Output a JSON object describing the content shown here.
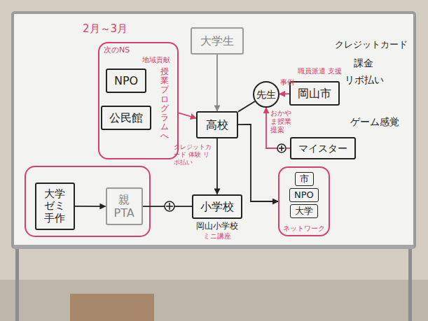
{
  "diagram": {
    "nodes": [
      {
        "text": [
          "次のNS"
        ]
      },
      {
        "text": [
          "NPO"
        ],
        "in": 0
      },
      {
        "text": [
          "公民館"
        ],
        "in": 0
      },
      {
        "text": [
          "大学生"
        ]
      },
      {
        "text": [
          "高校"
        ]
      },
      {
        "text": [
          "先生"
        ]
      },
      {
        "text": [
          "岡山市"
        ]
      },
      {
        "text": [
          "マイスター"
        ]
      },
      {
        "text": [
          "ネットワーク"
        ]
      },
      {
        "text": [
          "市"
        ],
        "in": 8
      },
      {
        "text": [
          "NPO"
        ],
        "in": 8
      },
      {
        "text": [
          "大学"
        ],
        "in": 8
      },
      {
        "text": [
          "大学 ゼミ 手作"
        ]
      },
      {
        "text": [
          "親",
          "PTA"
        ]
      },
      {
        "text": [
          "小学校"
        ]
      }
    ],
    "edges": [
      {
        "from": 3,
        "to": 4,
        "arrow": "to"
      },
      {
        "from": 0,
        "to": 4,
        "arrow": "to"
      },
      {
        "from": 5,
        "to": 4,
        "arrow": "none"
      },
      {
        "from": 6,
        "to": 5,
        "arrow": "to"
      },
      {
        "from": 7,
        "to": 5,
        "arrow": "to"
      },
      {
        "from": 4,
        "to": 8,
        "arrow": "to"
      },
      {
        "from": 4,
        "to": 14,
        "arrow": "to"
      },
      {
        "from": 12,
        "to": 13,
        "arrow": "to"
      },
      {
        "from": 13,
        "to": 14,
        "arrow": "none"
      }
    ],
    "labels": [
      "2月～3月",
      "地域貢献",
      "授業プログラムへ",
      "職員派遣 支援",
      "事例",
      "おかやま授業 提案",
      "クレジットカード 体験 リボ払い",
      "岡山小学校",
      "ミニ講座",
      "クレジットカード",
      "課金",
      "リボ払い",
      "ゲーム感覚"
    ]
  }
}
